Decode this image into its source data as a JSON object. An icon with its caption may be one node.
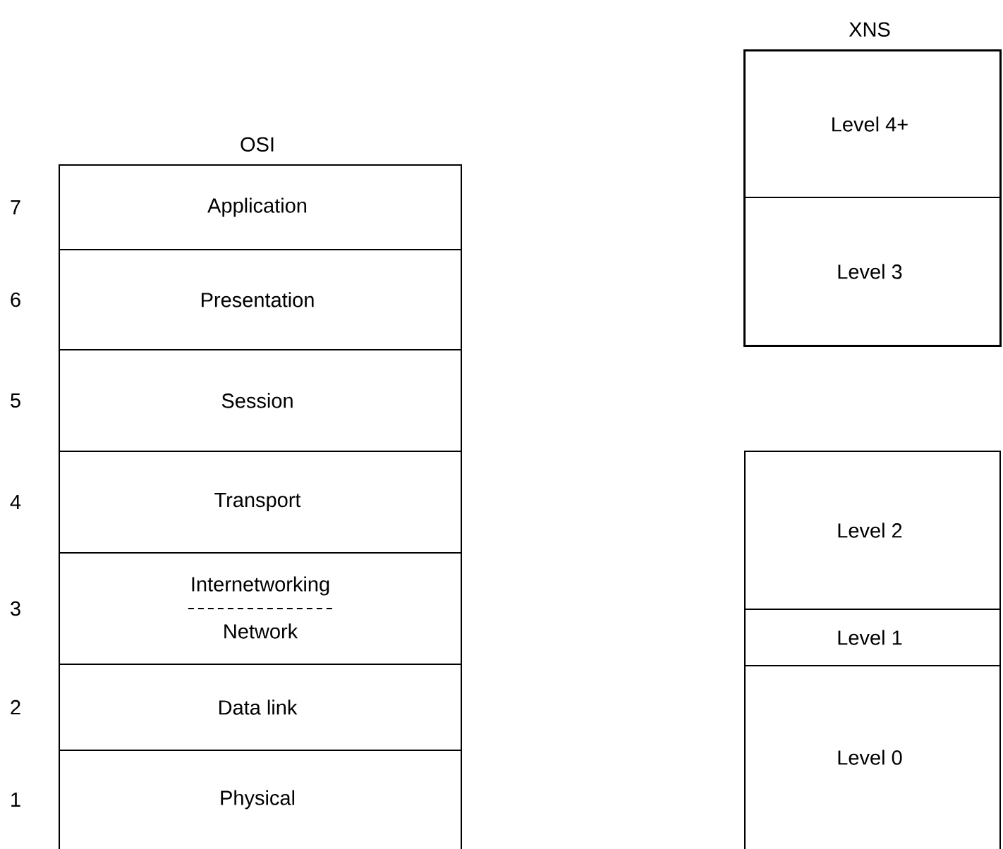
{
  "diagram": {
    "nodes": [
      {
        "text": [
          "OSI"
        ]
      },
      {
        "text": [
          "Application"
        ],
        "in": 0,
        "beside": [
          "7"
        ]
      },
      {
        "text": [
          "Presentation"
        ],
        "in": 0,
        "beside": [
          "6"
        ]
      },
      {
        "text": [
          "Session"
        ],
        "in": 0,
        "beside": [
          "5"
        ]
      },
      {
        "text": [
          "Transport"
        ],
        "in": 0,
        "beside": [
          "4"
        ]
      },
      {
        "text": [
          "Internetworking",
          "Network"
        ],
        "in": 0,
        "beside": [
          "3"
        ]
      },
      {
        "text": [
          "Data link"
        ],
        "in": 0,
        "beside": [
          "2"
        ]
      },
      {
        "text": [
          "Physical"
        ],
        "in": 0,
        "beside": [
          "1"
        ]
      },
      {
        "text": [
          "XNS"
        ]
      },
      {
        "text": [
          "Level 4+"
        ],
        "in": 8
      },
      {
        "text": [
          "Level 3"
        ],
        "in": 8
      },
      {
        "text": [
          "Level 2"
        ]
      },
      {
        "text": [
          "Level 1"
        ]
      },
      {
        "text": [
          "Level 0"
        ]
      }
    ]
  }
}
